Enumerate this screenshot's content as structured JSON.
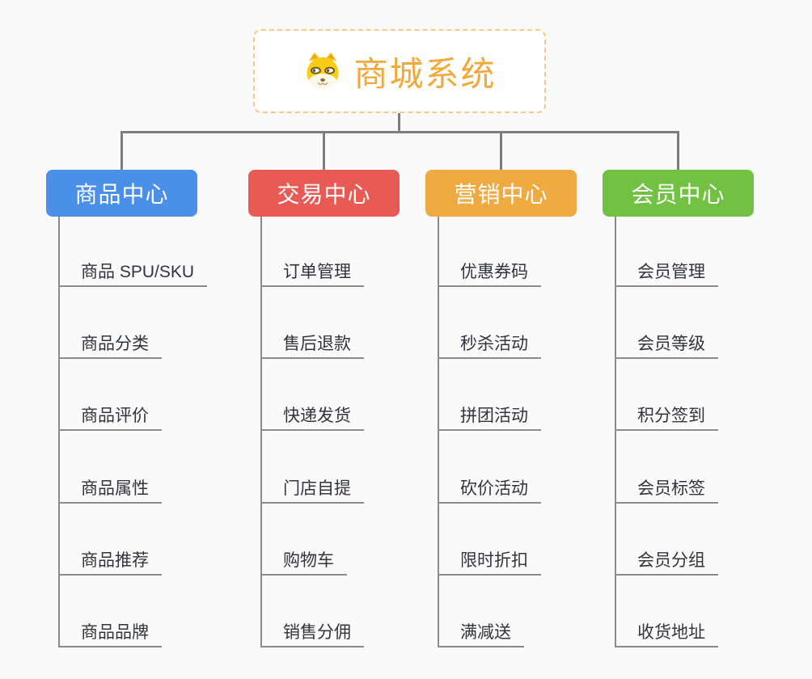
{
  "canvas": {
    "background_color": "#fafafa"
  },
  "root": {
    "label": "商城系统",
    "icon": "dog-face-icon",
    "text_color": "#f2a93c",
    "border_color": "#f7c888",
    "background_color": "#ffffff"
  },
  "connectors": {
    "tree_line_color": "#7d7d7d",
    "topic_line_color": "#8c8c8c"
  },
  "branches": [
    {
      "label": "商品中心",
      "color": "#4a90e8",
      "children": [
        "商品 SPU/SKU",
        "商品分类",
        "商品评价",
        "商品属性",
        "商品推荐",
        "商品品牌"
      ]
    },
    {
      "label": "交易中心",
      "color": "#e85b55",
      "children": [
        "订单管理",
        "售后退款",
        "快递发货",
        "门店自提",
        "购物车",
        "销售分佣"
      ]
    },
    {
      "label": "营销中心",
      "color": "#efaa41",
      "children": [
        "优惠券码",
        "秒杀活动",
        "拼团活动",
        "砍价活动",
        "限时折扣",
        "满减送"
      ]
    },
    {
      "label": "会员中心",
      "color": "#72c143",
      "children": [
        "会员管理",
        "会员等级",
        "积分签到",
        "会员标签",
        "会员分组",
        "收货地址"
      ]
    }
  ]
}
